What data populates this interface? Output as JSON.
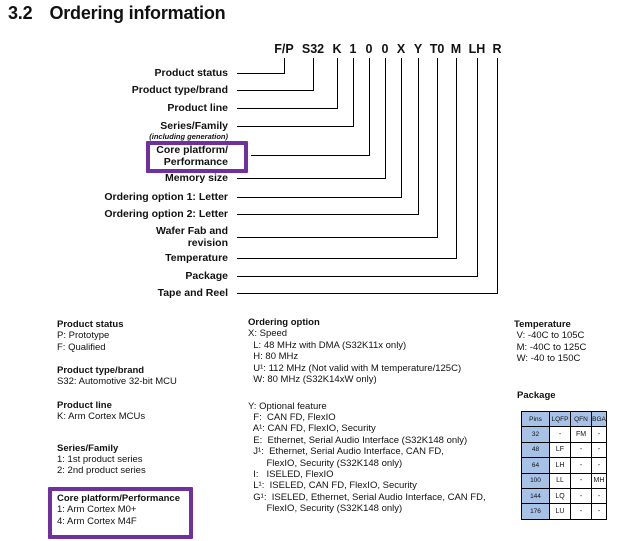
{
  "title": {
    "number": "3.2",
    "text": "Ordering information"
  },
  "part_number": {
    "fields": [
      {
        "code": "F/P",
        "label_lines": [
          "Product status"
        ]
      },
      {
        "code": "S32",
        "label_lines": [
          "Product type/brand"
        ]
      },
      {
        "code": "K",
        "label_lines": [
          "Product line"
        ]
      },
      {
        "code": "1",
        "label_lines": [
          "Series/Family"
        ],
        "sub_label": "(including generation)"
      },
      {
        "code": "0",
        "label_lines": [
          "Core platform/",
          "Performance"
        ],
        "highlighted": true
      },
      {
        "code": "0",
        "label_lines": [
          "Memory size"
        ]
      },
      {
        "code": "X",
        "label_lines": [
          "Ordering option 1: Letter"
        ]
      },
      {
        "code": "Y",
        "label_lines": [
          "Ordering option 2: Letter"
        ]
      },
      {
        "code": "T0",
        "label_lines": [
          "Wafer Fab and",
          "revision"
        ]
      },
      {
        "code": "M",
        "label_lines": [
          "Temperature"
        ]
      },
      {
        "code": "LH",
        "label_lines": [
          "Package"
        ]
      },
      {
        "code": "R",
        "label_lines": [
          "Tape and Reel"
        ]
      }
    ]
  },
  "legend": {
    "left": [
      {
        "title": "Product status",
        "lines": [
          "P: Prototype",
          "F: Qualified"
        ]
      },
      {
        "title": "Product type/brand",
        "lines": [
          "S32: Automotive 32-bit MCU"
        ]
      },
      {
        "title": "Product line",
        "lines": [
          "K: Arm Cortex MCUs"
        ]
      },
      {
        "title": "Series/Family",
        "lines": [
          "1: 1st product series",
          "2: 2nd product series"
        ]
      },
      {
        "title": "Core platform/Performance",
        "lines": [
          "1: Arm Cortex M0+",
          "4: Arm Cortex M4F"
        ],
        "highlighted": true
      }
    ],
    "middle": [
      {
        "title": "Ordering option",
        "lines": [
          "X: Speed",
          "  L: 48 MHz with DMA (S32K11x only)",
          "  H: 80 MHz",
          "  U¹: 112 MHz (Not valid with M temperature/125C)",
          "  W: 80 MHz (S32K14xW only)"
        ]
      },
      {
        "lines": [
          "Y: Optional feature",
          "  F:  CAN FD, FlexIO",
          "  A¹: CAN FD, FlexIO, Security",
          "  E:  Ethernet, Serial Audio Interface (S32K148 only)",
          "  J¹:  Ethernet, Serial Audio Interface, CAN FD,",
          "       FlexIO, Security (S32K148 only)",
          "  I:   ISELED, FlexIO",
          "  L¹:  ISELED, CAN FD, FlexIO, Security",
          "  G¹:  ISELED, Ethernet, Serial Audio Interface, CAN FD,",
          "       FlexIO, Security (S32K148 only)"
        ]
      }
    ],
    "right": [
      {
        "title": "Temperature",
        "lines": [
          " V: -40C to 105C",
          " M: -40C to 125C",
          " W: -40 to 150C"
        ]
      }
    ],
    "package": {
      "title": "Package",
      "headers": [
        "Pins",
        "LQFP",
        "QFN",
        "BGA"
      ],
      "rows": [
        [
          "32",
          "-",
          "FM",
          "-"
        ],
        [
          "48",
          "LF",
          "-",
          "-"
        ],
        [
          "64",
          "LH",
          "-",
          "-"
        ],
        [
          "100",
          "LL",
          "-",
          "MH"
        ],
        [
          "144",
          "LQ",
          "-",
          "-"
        ],
        [
          "176",
          "LU",
          "-",
          "-"
        ]
      ]
    }
  },
  "colors": {
    "highlight_purple": "#7030a0",
    "table_header_blue": "#a6c2e7",
    "line_black": "#000000"
  }
}
